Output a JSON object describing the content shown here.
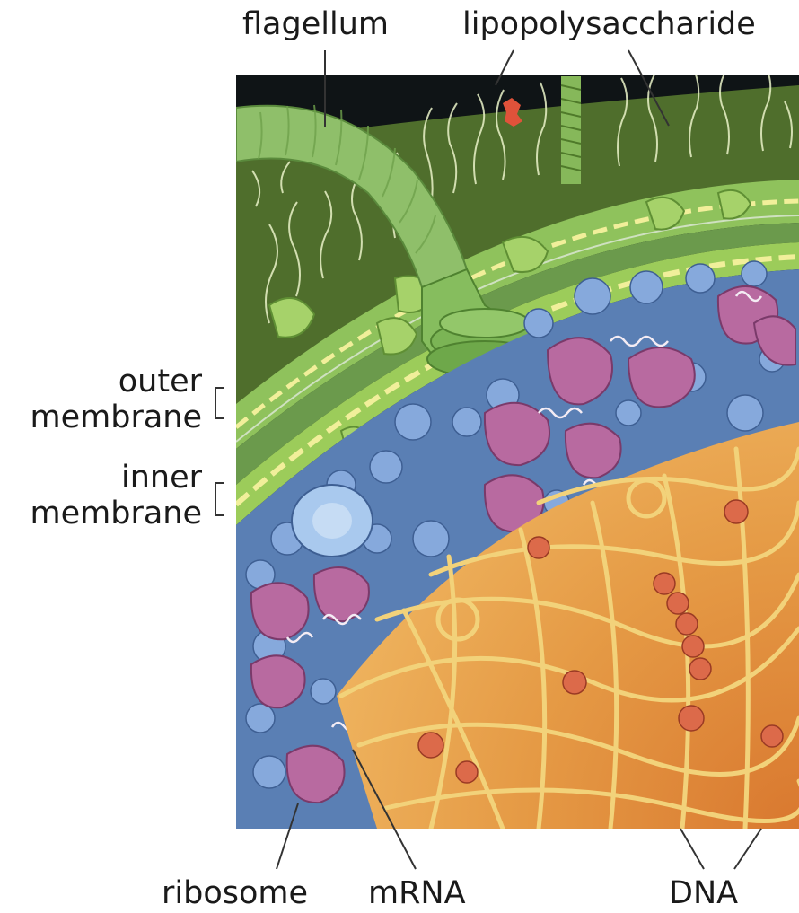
{
  "labels": {
    "flagellum": "flagellum",
    "lipopolysaccharide": "lipopolysaccharide",
    "outer_membrane_1": "outer",
    "outer_membrane_2": "membrane",
    "inner_membrane_1": "inner",
    "inner_membrane_2": "membrane",
    "ribosome": "ribosome",
    "mrna": "mRNA",
    "dna": "DNA"
  },
  "colors": {
    "background_dark": "#0f1416",
    "flagellum": "#8fbf6a",
    "membrane_green": "#9ccc5a",
    "membrane_stripe": "#f1ef9a",
    "lps_strands": "#e9f2c8",
    "periplasm_blue": "#6f95cc",
    "cytoplasm_blue": "#4f77ad",
    "ribosome": "#b86aa0",
    "nucleoid_orange": "#e2a24e",
    "dna_yellow": "#f2d27a",
    "protein_red": "#dc6a4a",
    "leader_line": "#333333"
  }
}
